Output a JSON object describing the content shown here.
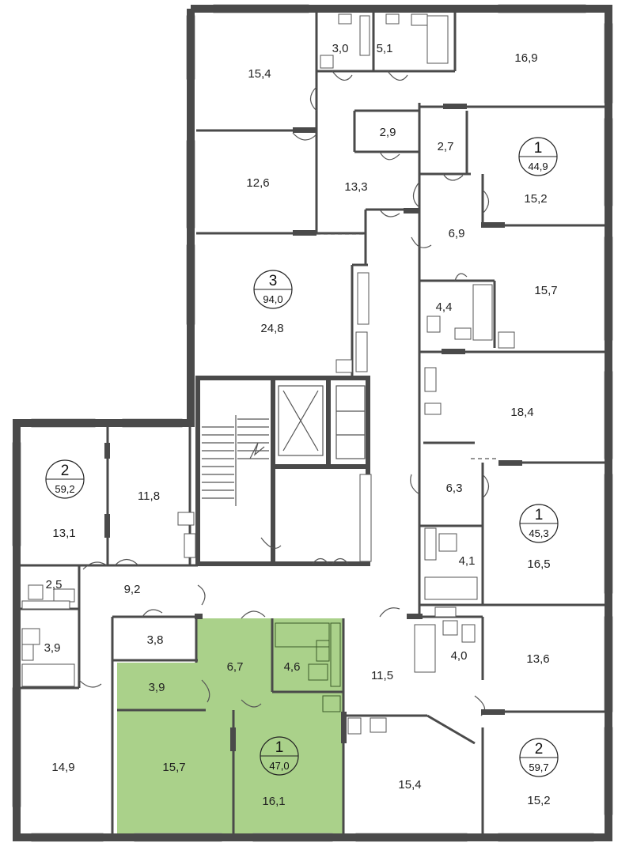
{
  "colors": {
    "wall": "#4a4a4a",
    "highlight_fill": "#aad18a",
    "window": "#d9d9d9",
    "background": "#ffffff"
  },
  "apartments": [
    {
      "id": "apt-3-94",
      "rooms": "3",
      "area": "94,0"
    },
    {
      "id": "apt-1-44-9",
      "rooms": "1",
      "area": "44,9"
    },
    {
      "id": "apt-2-59-2",
      "rooms": "2",
      "area": "59,2"
    },
    {
      "id": "apt-1-45-3",
      "rooms": "1",
      "area": "45,3"
    },
    {
      "id": "apt-1-47",
      "rooms": "1",
      "area": "47,0",
      "highlighted": true
    },
    {
      "id": "apt-2-59-7",
      "rooms": "2",
      "area": "59,7"
    }
  ],
  "rooms": [
    "15,4",
    "3,0",
    "5,1",
    "16,9",
    "2,9",
    "2,7",
    "12,6",
    "13,3",
    "15,2",
    "6,9",
    "24,8",
    "15,7",
    "4,4",
    "18,4",
    "11,8",
    "13,1",
    "6,3",
    "4,1",
    "16,5",
    "2,5",
    "9,2",
    "3,9",
    "3,8",
    "6,7",
    "4,6",
    "3,9",
    "11,5",
    "4,0",
    "13,6",
    "14,9",
    "15,7",
    "16,1",
    "15,4",
    "15,2"
  ]
}
